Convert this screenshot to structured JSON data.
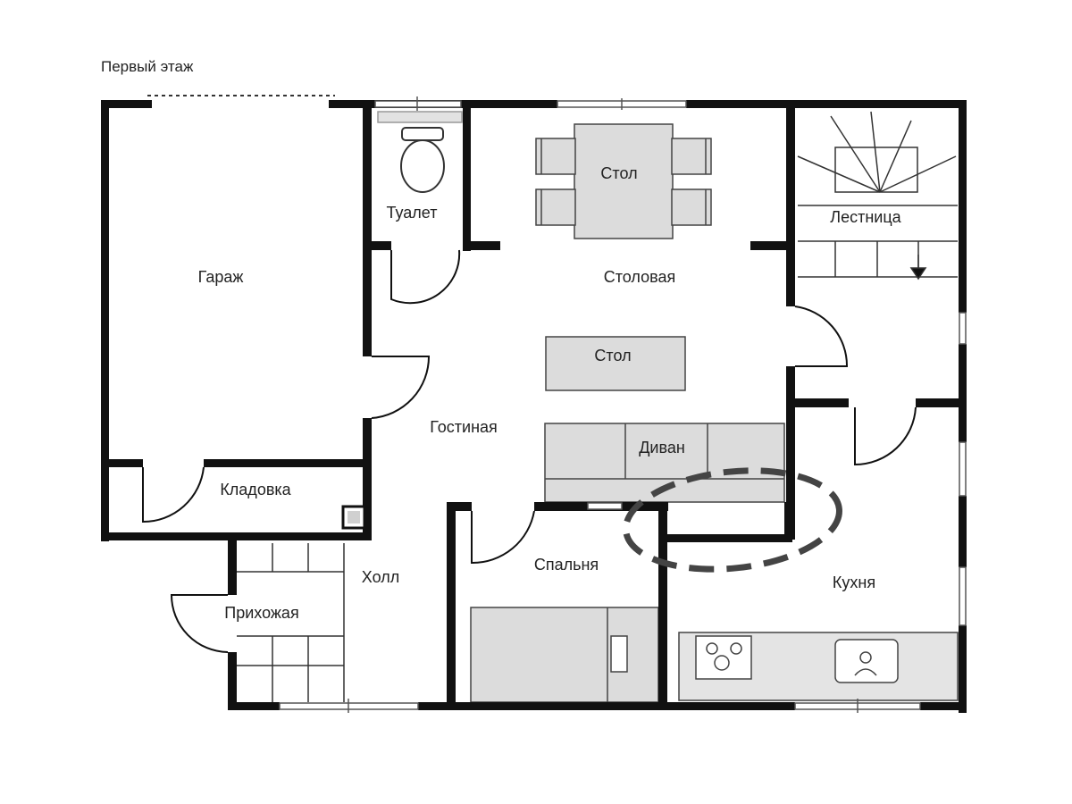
{
  "title": "Первый этаж",
  "rooms": {
    "garage": "Гараж",
    "toilet": "Туалет",
    "dining": "Столовая",
    "stairs": "Лестница",
    "living": "Гостиная",
    "storage": "Кладовка",
    "hall": "Холл",
    "entry": "Прихожая",
    "bedroom": "Спальня",
    "kitchen": "Кухня"
  },
  "furniture": {
    "dining_table": "Стол",
    "table": "Стол",
    "sofa": "Диван"
  },
  "colors": {
    "wall": "#111111",
    "furniture_fill": "#d9d9d9",
    "line": "#333333"
  }
}
